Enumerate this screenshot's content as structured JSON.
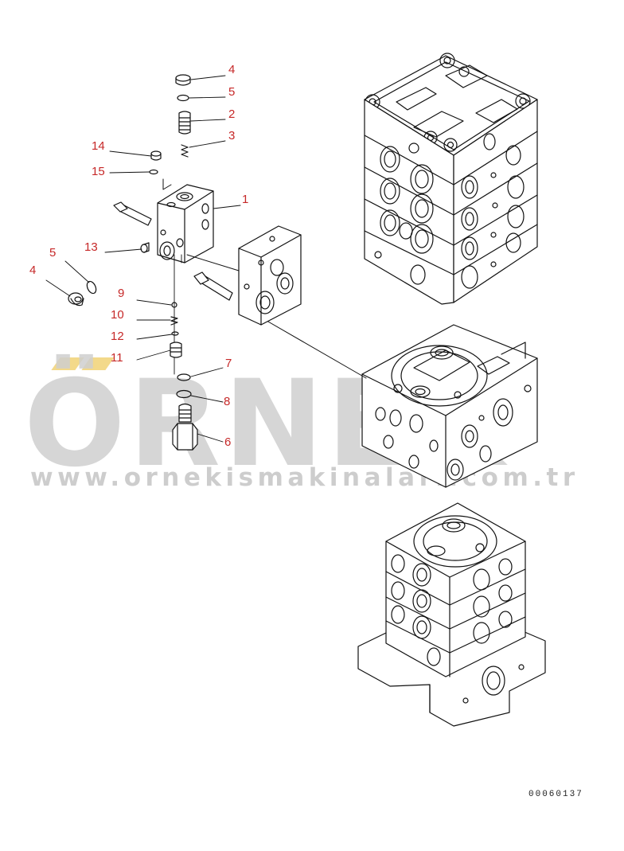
{
  "watermark": {
    "brand": "ÖRNEK",
    "url": "www.ornekismakinalari.com.tr",
    "accent_color": "#f3d98a",
    "text_color": "#cfcfcf"
  },
  "drawing_id": "00060137",
  "callout_color": "#c62828",
  "callouts": [
    {
      "id": "c-4a",
      "label": "4"
    },
    {
      "id": "c-5a",
      "label": "5"
    },
    {
      "id": "c-2",
      "label": "2"
    },
    {
      "id": "c-3",
      "label": "3"
    },
    {
      "id": "c-14",
      "label": "14"
    },
    {
      "id": "c-15",
      "label": "15"
    },
    {
      "id": "c-1",
      "label": "1"
    },
    {
      "id": "c-13",
      "label": "13"
    },
    {
      "id": "c-5b",
      "label": "5"
    },
    {
      "id": "c-4b",
      "label": "4"
    },
    {
      "id": "c-9",
      "label": "9"
    },
    {
      "id": "c-10",
      "label": "10"
    },
    {
      "id": "c-12",
      "label": "12"
    },
    {
      "id": "c-11",
      "label": "11"
    },
    {
      "id": "c-7",
      "label": "7"
    },
    {
      "id": "c-8",
      "label": "8"
    },
    {
      "id": "c-6",
      "label": "6"
    }
  ]
}
